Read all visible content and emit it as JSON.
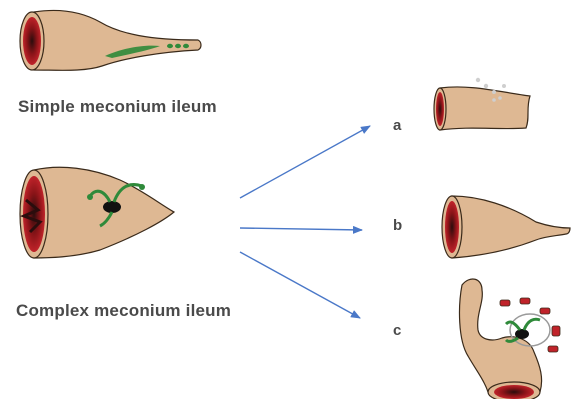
{
  "captions": {
    "simple": "Simple meconium ileum",
    "complex": "Complex meconium ileum"
  },
  "outcomes": [
    {
      "letter": "a"
    },
    {
      "letter": "b"
    },
    {
      "letter": "c"
    }
  ],
  "colors": {
    "bowel": "#deb893",
    "bowel_outline": "#3a2a1a",
    "lumen_red": "#c0232a",
    "lumen_dark": "#2a0d0d",
    "meconium_green": "#2f8a3a",
    "arrow_blue": "#4a78c8",
    "text": "#4a4a4a"
  }
}
